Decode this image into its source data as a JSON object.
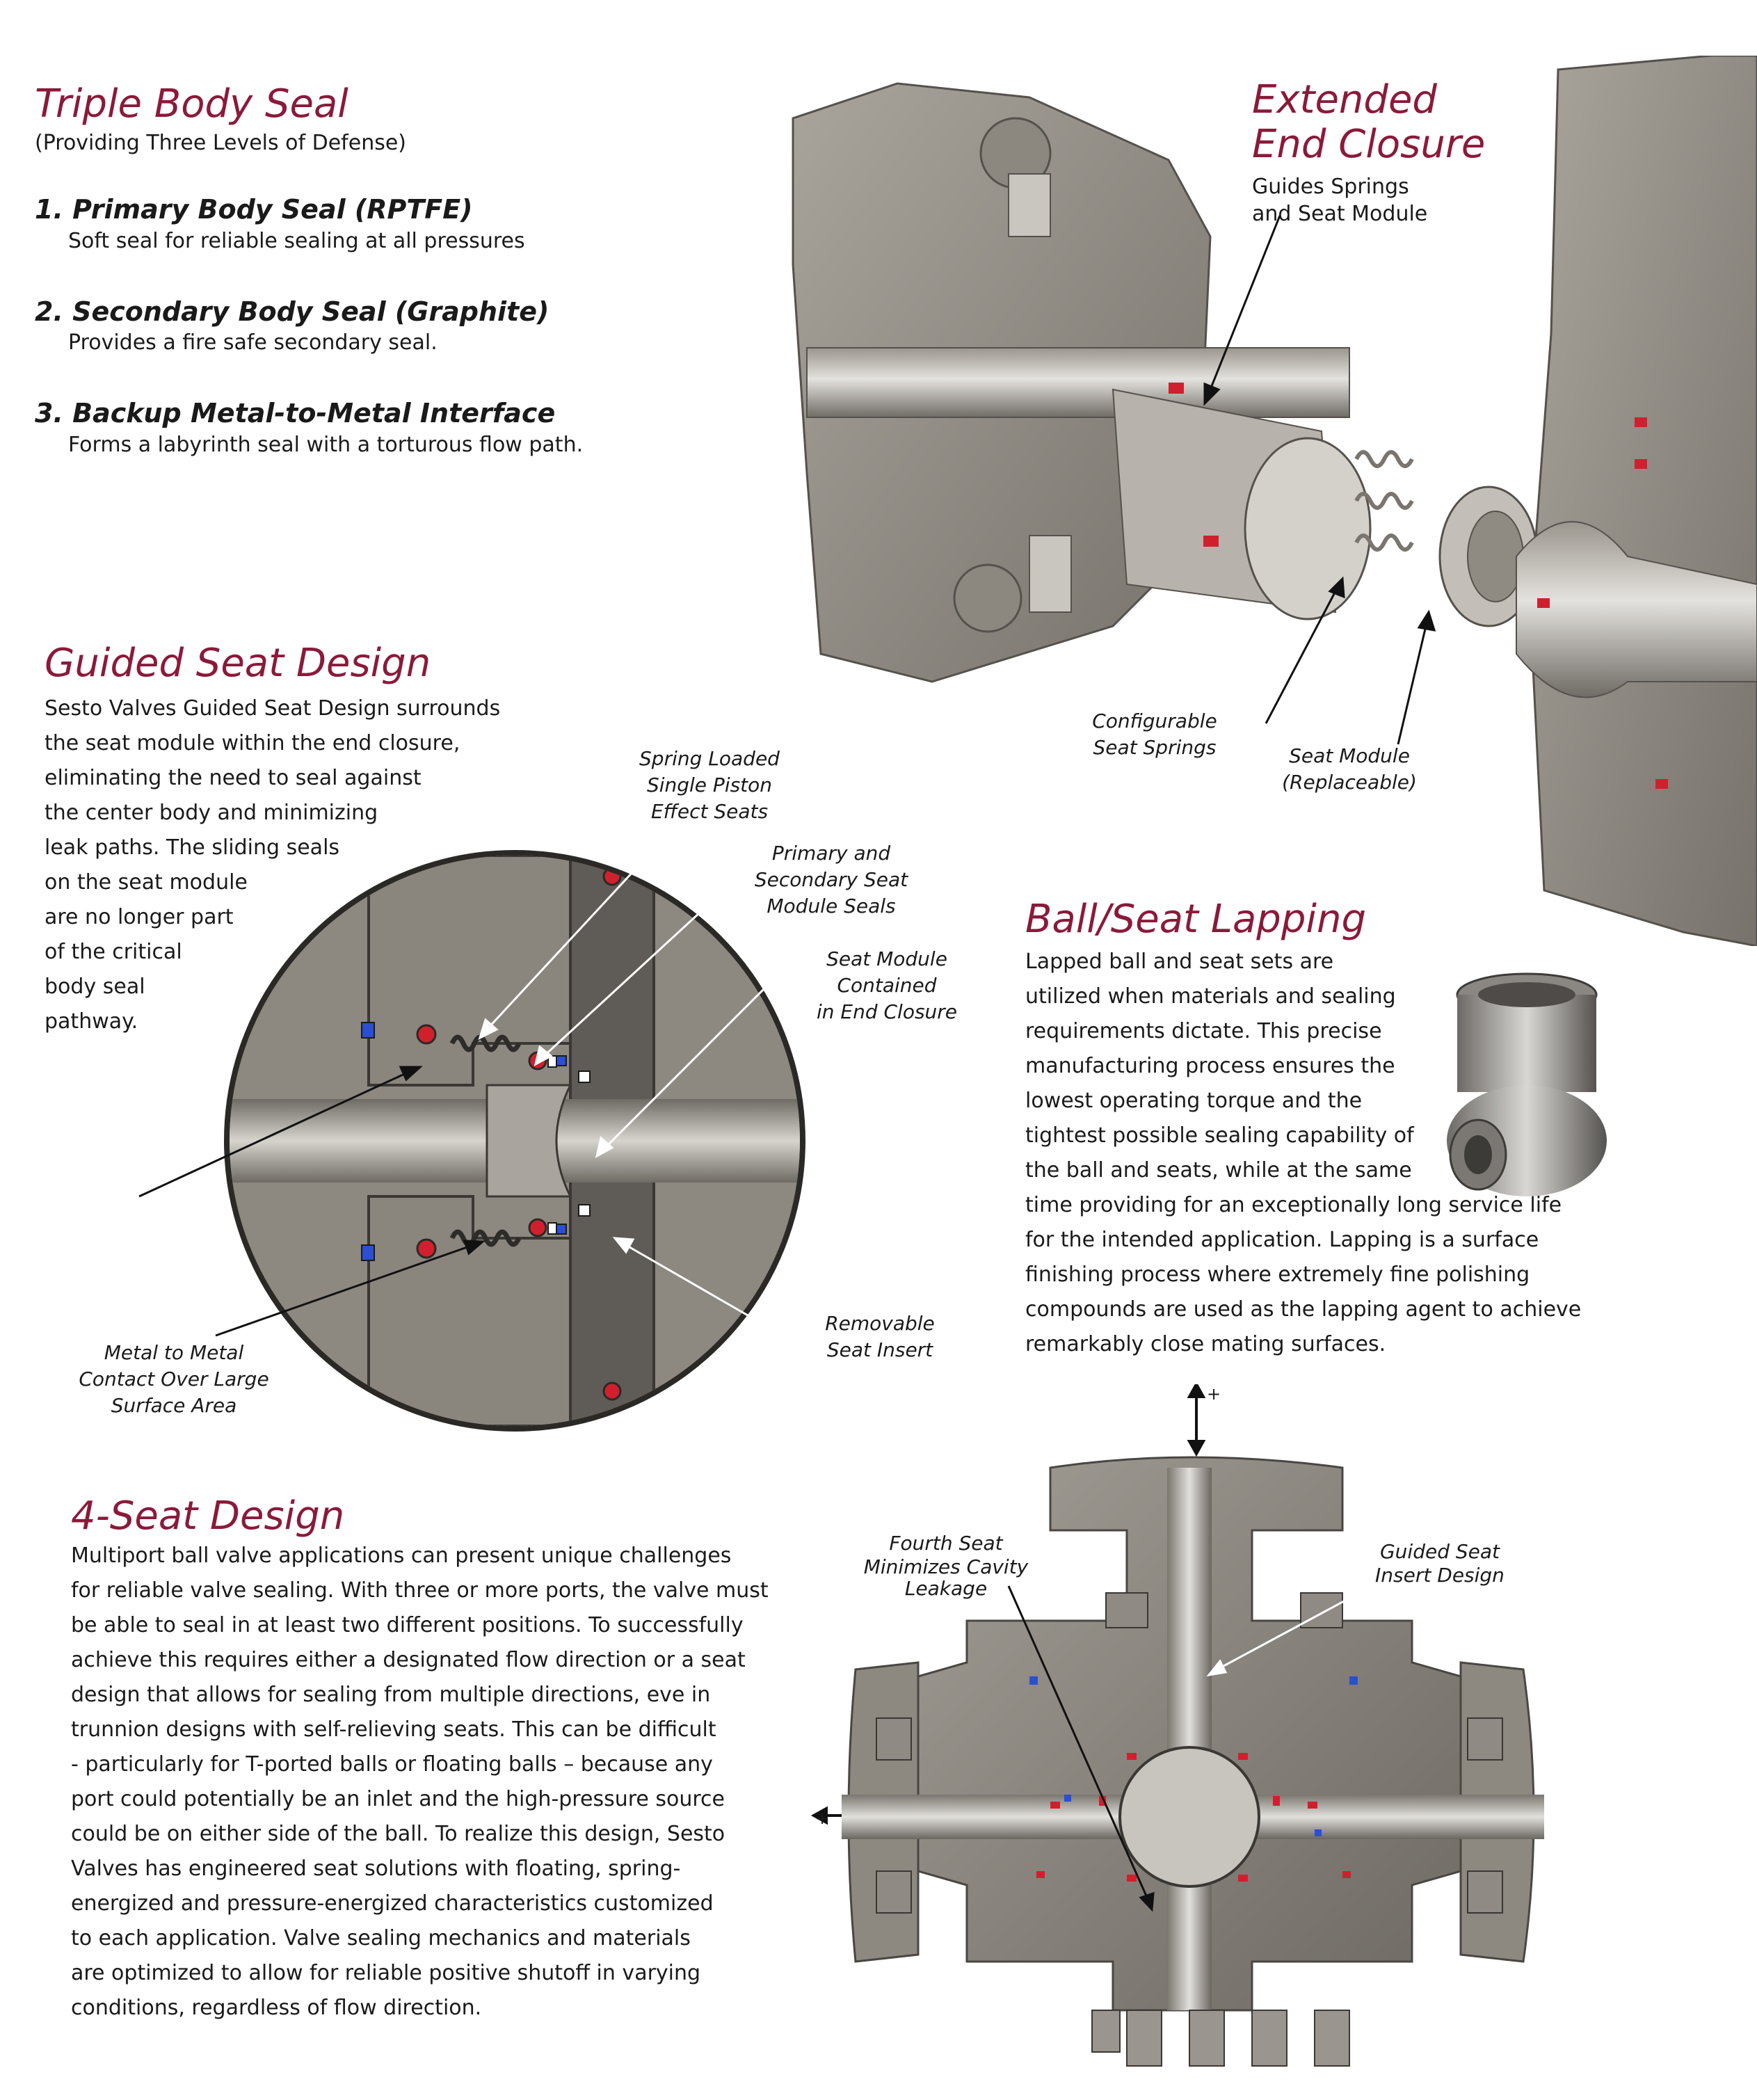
{
  "triple_body_seal": {
    "title": "Triple Body Seal",
    "subtitle": "(Providing Three Levels of Defense)",
    "items": [
      {
        "title": "1. Primary Body Seal (RPTFE)",
        "desc": "Soft seal for reliable sealing at all pressures"
      },
      {
        "title": "2. Secondary Body Seal (Graphite)",
        "desc": "Provides a fire safe secondary seal."
      },
      {
        "title": "3. Backup Metal-to-Metal Interface",
        "desc": "Forms a labyrinth seal with a torturous flow path."
      }
    ]
  },
  "extended_end_closure": {
    "title_line1": "Extended",
    "title_line2": "End Closure",
    "desc_line1": "Guides Springs",
    "desc_line2": "and Seat Module",
    "label_springs_1": "Configurable",
    "label_springs_2": "Seat Springs",
    "label_module_1": "Seat Module",
    "label_module_2": "(Replaceable)"
  },
  "guided_seat": {
    "title": "Guided Seat Design",
    "lines": [
      "Sesto Valves Guided Seat Design surrounds",
      "the seat module within the end closure,",
      "eliminating the need to seal against",
      "the center body and minimizing",
      "leak paths. The sliding seals",
      "on the seat module",
      "are no longer part",
      "of the critical",
      "body seal",
      "pathway."
    ],
    "callouts": {
      "spring": [
        "Spring Loaded",
        "Single Piston",
        "Effect Seats"
      ],
      "primary": [
        "Primary and",
        "Secondary Seat",
        "Module Seals"
      ],
      "contained": [
        "Seat Module",
        "Contained",
        "in  End Closure"
      ],
      "removable": [
        "Removable",
        "Seat Insert"
      ],
      "metal": [
        "Metal to Metal",
        "Contact Over Large",
        "Surface Area"
      ]
    }
  },
  "lapping": {
    "title": "Ball/Seat Lapping",
    "lines": [
      "Lapped ball and seat sets are",
      "utilized when materials and sealing",
      "requirements dictate. This precise",
      "manufacturing process ensures the",
      "lowest operating torque and the",
      "tightest possible sealing capability of",
      "the ball and seats, while at the same",
      "time providing for an exceptionally long service life",
      "for the intended application.  Lapping is a surface",
      "finishing process where extremely fine polishing",
      "compounds are used as the lapping agent to achieve",
      "remarkably close mating surfaces."
    ]
  },
  "four_seat": {
    "title": "4-Seat Design",
    "lines": [
      "Multiport ball valve applications can present unique challenges",
      "for reliable valve sealing.  With three or more ports, the valve must",
      "be able to seal in at least two different positions. To successfully",
      "achieve this requires either a designated flow direction or a seat",
      "design that allows for sealing from multiple directions, eve  in",
      "trunnion designs with self-relieving seats. This can be difficult",
      "- particularly for T-ported balls or floating balls – because any",
      "port could potentially be an inlet and the high-pressure source",
      "could be on either side of the ball.  To realize this design, Sesto",
      "Valves has engineered seat solutions with floating, spring-",
      "energized and pressure-energized characteristics customized",
      "to each application.  Valve sealing mechanics and  materials",
      "are  optimized to allow for reliable positive shutoff in varying",
      "conditions, regardless of flow direction."
    ],
    "callout_fourth": [
      "Fourth Seat",
      "Minimizes Cavity",
      "Leakage"
    ],
    "callout_guided": [
      "Guided Seat",
      "Insert Design"
    ],
    "plus": "+"
  },
  "colors": {
    "heading": "#8b1a3a",
    "metal": "#8f8a82",
    "metal_dark": "#6e6a64",
    "seal_red": "#d0202e",
    "seal_blue": "#2a4fd0"
  }
}
